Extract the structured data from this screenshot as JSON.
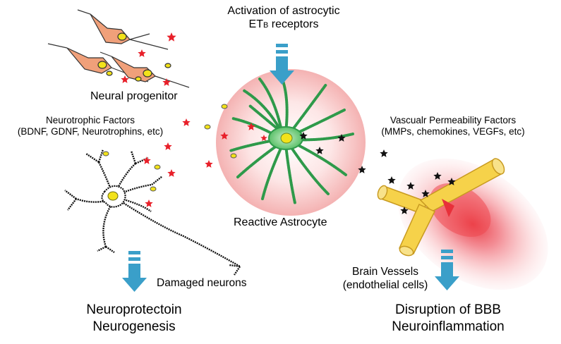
{
  "labels": {
    "activation_line1": "Activation of astrocytic",
    "activation_line2": "ET",
    "activation_sub": "B",
    "activation_line2_rest": " receptors",
    "neural_progenitor": "Neural progenitor",
    "neurotrophic_title": "Neurotrophic Factors",
    "neurotrophic_list": "(BDNF, GDNF, Neurotrophins, etc)",
    "vascular_title": "Vascualr Permeability Factors",
    "vascular_list": "(MMPs, chemokines, VEGFs,  etc)",
    "reactive_astrocyte": "Reactive Astrocyte",
    "damaged_neurons": "Damaged neurons",
    "brain_vessels_line1": "Brain Vessels",
    "brain_vessels_line2": "(endothelial cells)",
    "outcome_left_line1": "Neuroprotectoin",
    "outcome_left_line2": "Neurogenesis",
    "outcome_right_line1": "Disruption of BBB",
    "outcome_right_line2": "Neuroinflammation"
  },
  "colors": {
    "arrow_blue": "#3a9fc9",
    "astrocyte_green": "#2e9a4a",
    "astrocyte_halo": "#f5b8b8",
    "nucleus_yellow": "#f2e21a",
    "progenitor_body": "#f0a07a",
    "star_red": "#e8202a",
    "star_black": "#111111",
    "vessel_yellow": "#f6d24a",
    "inflammation_red": "#e8303a"
  }
}
